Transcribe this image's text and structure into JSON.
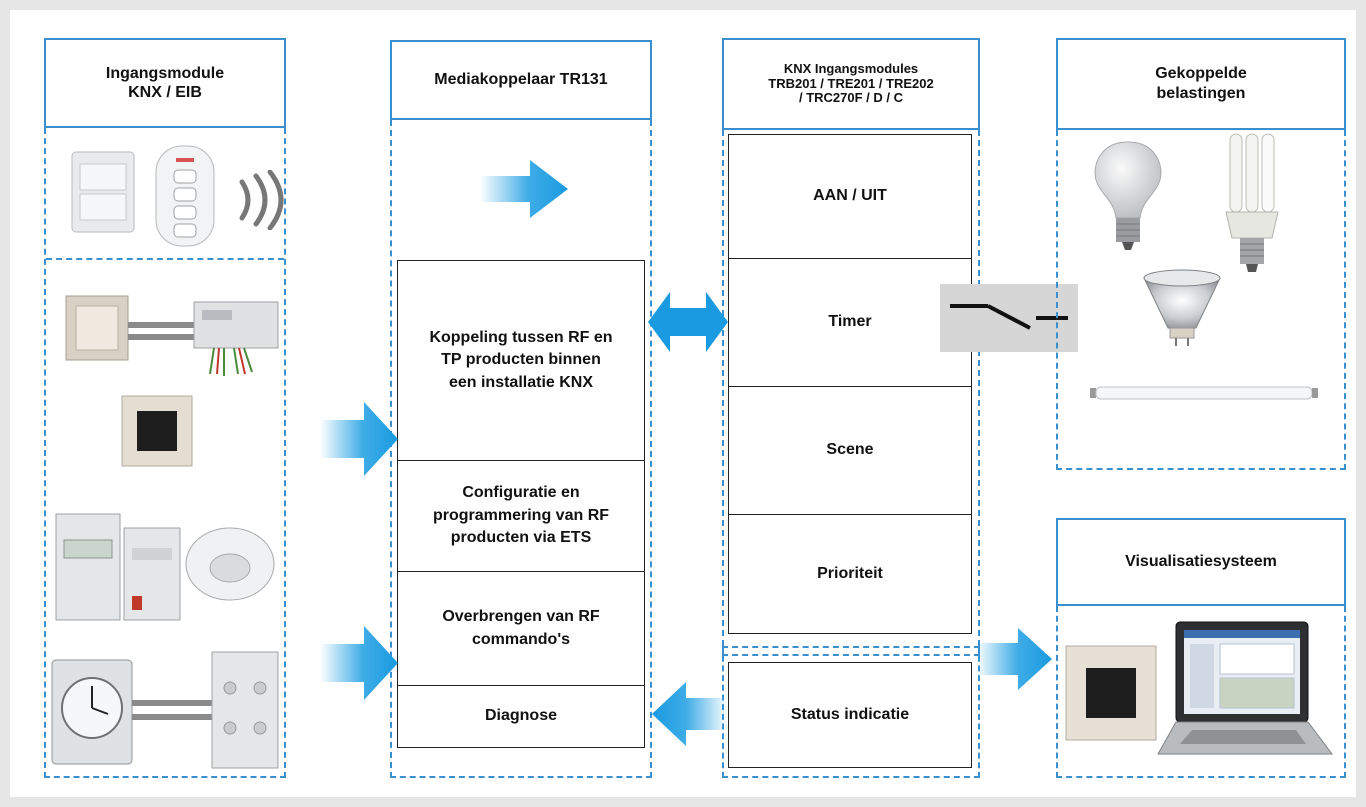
{
  "columns": {
    "input": {
      "title": "Ingangsmodule\nKNX / EIB"
    },
    "coupler": {
      "title": "Mediakoppelaar TR131",
      "functions": [
        {
          "label": "Koppeling tussen RF en\nTP producten binnen\neen installatie KNX"
        },
        {
          "label": "Configuratie en\nprogrammering van RF\nproducten via ETS"
        },
        {
          "label": "Overbrengen van RF\ncommando's"
        },
        {
          "label": "Diagnose"
        }
      ]
    },
    "modules": {
      "title": "KNX Ingangsmodules\nTRB201 /  TRE201 / TRE202\n/ TRC270F / D / C",
      "functions": [
        {
          "label": "AAN / UIT"
        },
        {
          "label": "Timer"
        },
        {
          "label": "Scene"
        },
        {
          "label": "Prioriteit"
        }
      ],
      "status": "Status indicatie"
    },
    "loads": {
      "title": "Gekoppelde\nbelastingen"
    },
    "visual": {
      "title": "Visualisatiesysteem"
    }
  },
  "colors": {
    "border_blue": "#3a8fce",
    "arrow_blue": "#29a3e4",
    "panel_grey": "#d6d6d6"
  },
  "icons": [
    "rf-remote-icon",
    "radio-waves-icon",
    "switch-symbol-icon",
    "light-bulb-icon",
    "cfl-lamp-icon",
    "halogen-spot-icon",
    "fluorescent-tube-icon",
    "laptop-icon"
  ]
}
